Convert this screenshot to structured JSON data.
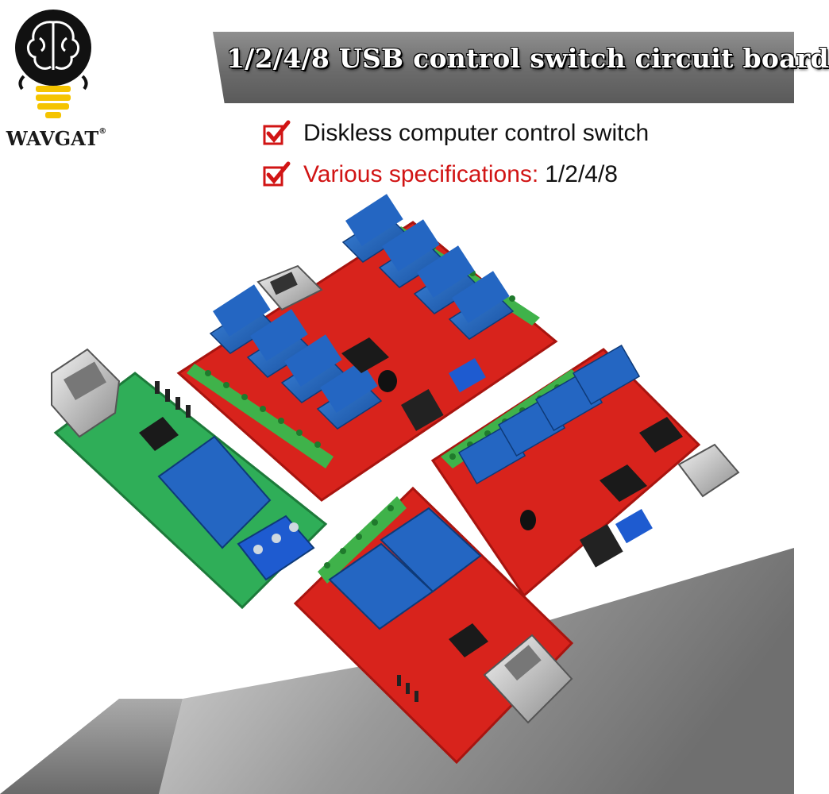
{
  "logo": {
    "brand": "WAVGAT",
    "registered_mark": "®"
  },
  "banner": {
    "title": "1/2/4/8 USB control switch circuit board"
  },
  "features": [
    {
      "text": "Diskless computer control switch"
    },
    {
      "text_red": "Various specifications:",
      "text_black": "1/2/4/8"
    }
  ],
  "colors": {
    "banner_gray": "#6b6b6b",
    "check_red": "#d11414",
    "board_red": "#d8231c",
    "board_green": "#2fae58",
    "relay_blue": "#1d5fb8",
    "terminal_green": "#3fb24a",
    "floor_gray": "#8a8a8a"
  }
}
